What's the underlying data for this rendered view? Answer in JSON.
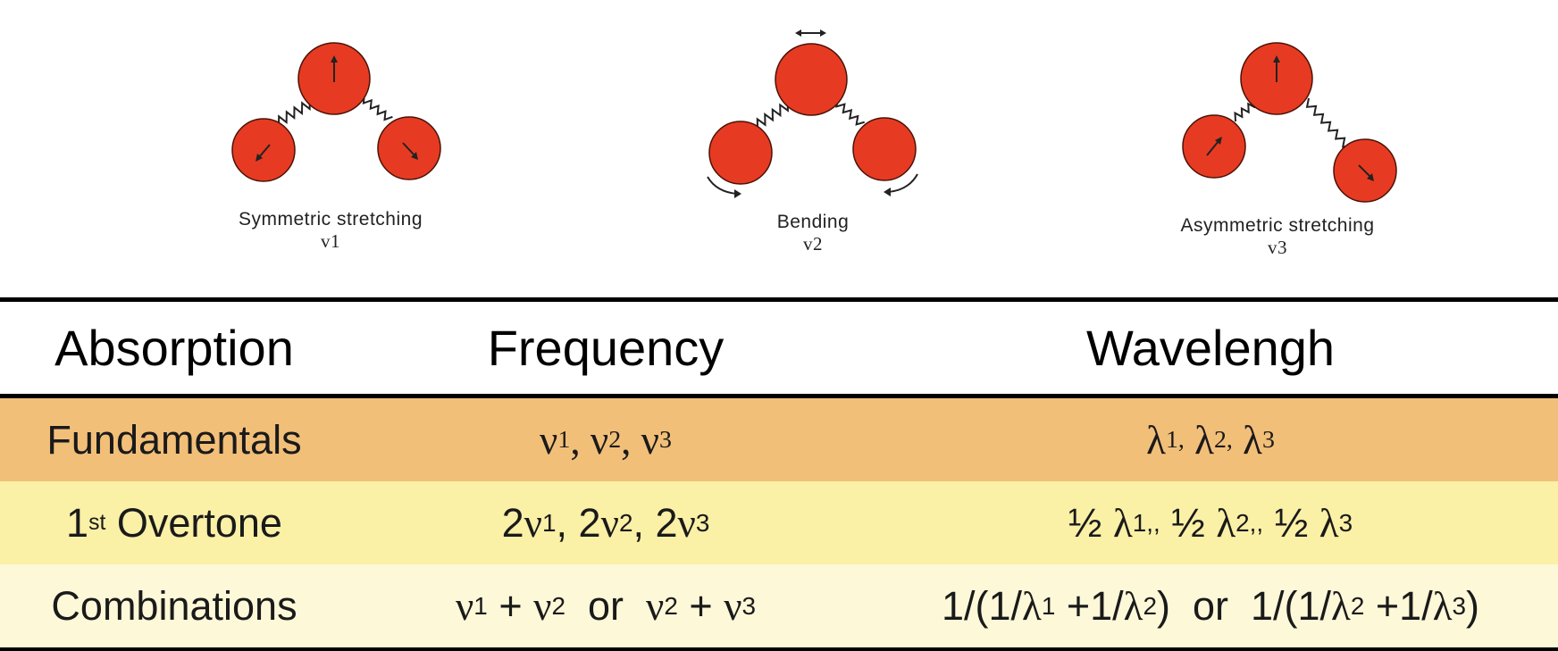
{
  "modes": [
    {
      "name": "Symmetric stretching",
      "symbol": "v1"
    },
    {
      "name": "Bending",
      "symbol": "v2"
    },
    {
      "name": "Asymmetric stretching",
      "symbol": "v3"
    }
  ],
  "table": {
    "headers": {
      "absorption": "Absorption",
      "frequency": "Frequency",
      "wavelength": "Wavelengh"
    },
    "rows": [
      {
        "label": "Fundamentals",
        "color": "#f2bf79"
      },
      {
        "label_pre": "1",
        "label_sup": "st",
        "label_post": " Overtone",
        "color": "#faf0a6"
      },
      {
        "label": "Combinations",
        "color": "#fdf8d8"
      }
    ]
  },
  "symbols": {
    "nu": "ν",
    "lambda": "λ",
    "half": "½"
  },
  "colors": {
    "atom": "#e63b22",
    "atom_stroke": "#4a1208",
    "header_bg": "#ffffff"
  }
}
